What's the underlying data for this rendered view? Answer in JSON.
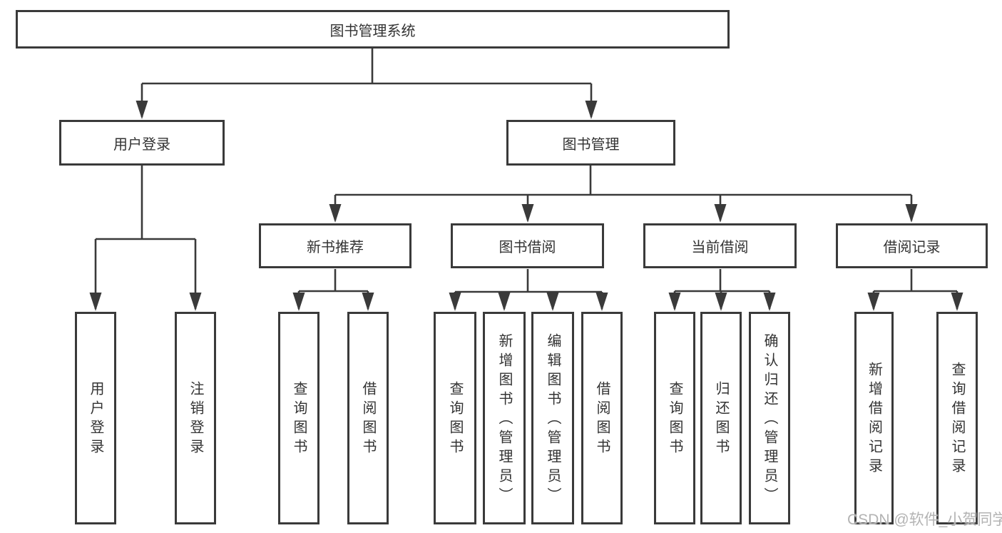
{
  "colors": {
    "line": "#3a3a3a",
    "box_border": "#3a3a3a",
    "text": "#333333",
    "background": "#ffffff",
    "watermark": "#b3b3b3"
  },
  "watermark": {
    "text": "CSDN @软件_小贺同学"
  },
  "tree": {
    "root": {
      "label": "图书管理系统",
      "children": [
        {
          "label": "用户登录",
          "children": [
            {
              "label": "用户登录"
            },
            {
              "label": "注销登录"
            }
          ]
        },
        {
          "label": "图书管理",
          "children": [
            {
              "label": "新书推荐",
              "children": [
                {
                  "label": "查询图书"
                },
                {
                  "label": "借阅图书"
                }
              ]
            },
            {
              "label": "图书借阅",
              "children": [
                {
                  "label": "查询图书"
                },
                {
                  "label": "新增图书（管理员）"
                },
                {
                  "label": "编辑图书（管理员）"
                },
                {
                  "label": "借阅图书"
                }
              ]
            },
            {
              "label": "当前借阅",
              "children": [
                {
                  "label": "查询图书"
                },
                {
                  "label": "归还图书"
                },
                {
                  "label": "确认归还（管理员）"
                }
              ]
            },
            {
              "label": "借阅记录",
              "children": [
                {
                  "label": "新增借阅记录"
                },
                {
                  "label": "查询借阅记录"
                }
              ]
            }
          ]
        }
      ]
    }
  }
}
